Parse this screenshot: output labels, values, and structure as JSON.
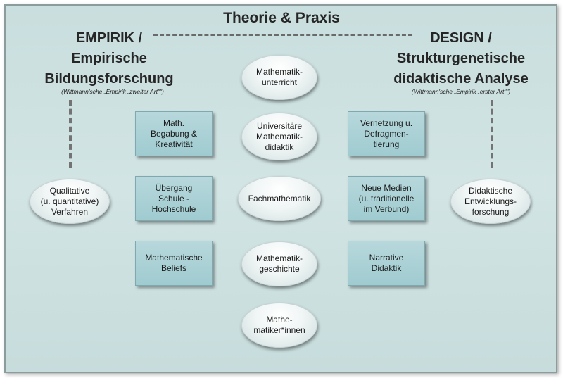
{
  "title": "Theorie & Praxis",
  "left_header": {
    "line1": "EMPIRIK /",
    "line2": "Empirische",
    "line3": "Bildungsforschung",
    "note": "(Wittmann'sche „Empirik „zweiter Art\"\")"
  },
  "right_header": {
    "line1": "DESIGN /",
    "line2": "Strukturgenetische",
    "line3": "didaktische Analyse",
    "note": "(Wittmann'sche „Empirik „erster Art\"\")"
  },
  "center_ovals": [
    {
      "line1": "Mathematik-",
      "line2": "unterricht"
    },
    {
      "line1": "Universitäre",
      "line2": "Mathematik-",
      "line3": "didaktik"
    },
    {
      "line1": "Fachmathematik"
    },
    {
      "line1": "Mathematik-",
      "line2": "geschichte"
    },
    {
      "line1": "Mathe-",
      "line2": "matiker*innen"
    }
  ],
  "side_ovals": {
    "left": {
      "line1": "Qualitative",
      "line2": "(u. quantitative)",
      "line3": "Verfahren"
    },
    "right": {
      "line1": "Didaktische",
      "line2": "Entwicklungs-",
      "line3": "forschung"
    }
  },
  "left_boxes": [
    {
      "line1": "Math.",
      "line2": "Begabung &",
      "line3": "Kreativität"
    },
    {
      "line1": "Übergang",
      "line2": "Schule -",
      "line3": "Hochschule"
    },
    {
      "line1": "Mathematische",
      "line2": "Beliefs"
    }
  ],
  "right_boxes": [
    {
      "line1": "Vernetzung u.",
      "line2": "Defragmen-",
      "line3": "tierung"
    },
    {
      "line1": "Neue Medien",
      "line2": "(u. traditionelle",
      "line3": "im Verbund)"
    },
    {
      "line1": "Narrative",
      "line2": "Didaktik"
    }
  ]
}
